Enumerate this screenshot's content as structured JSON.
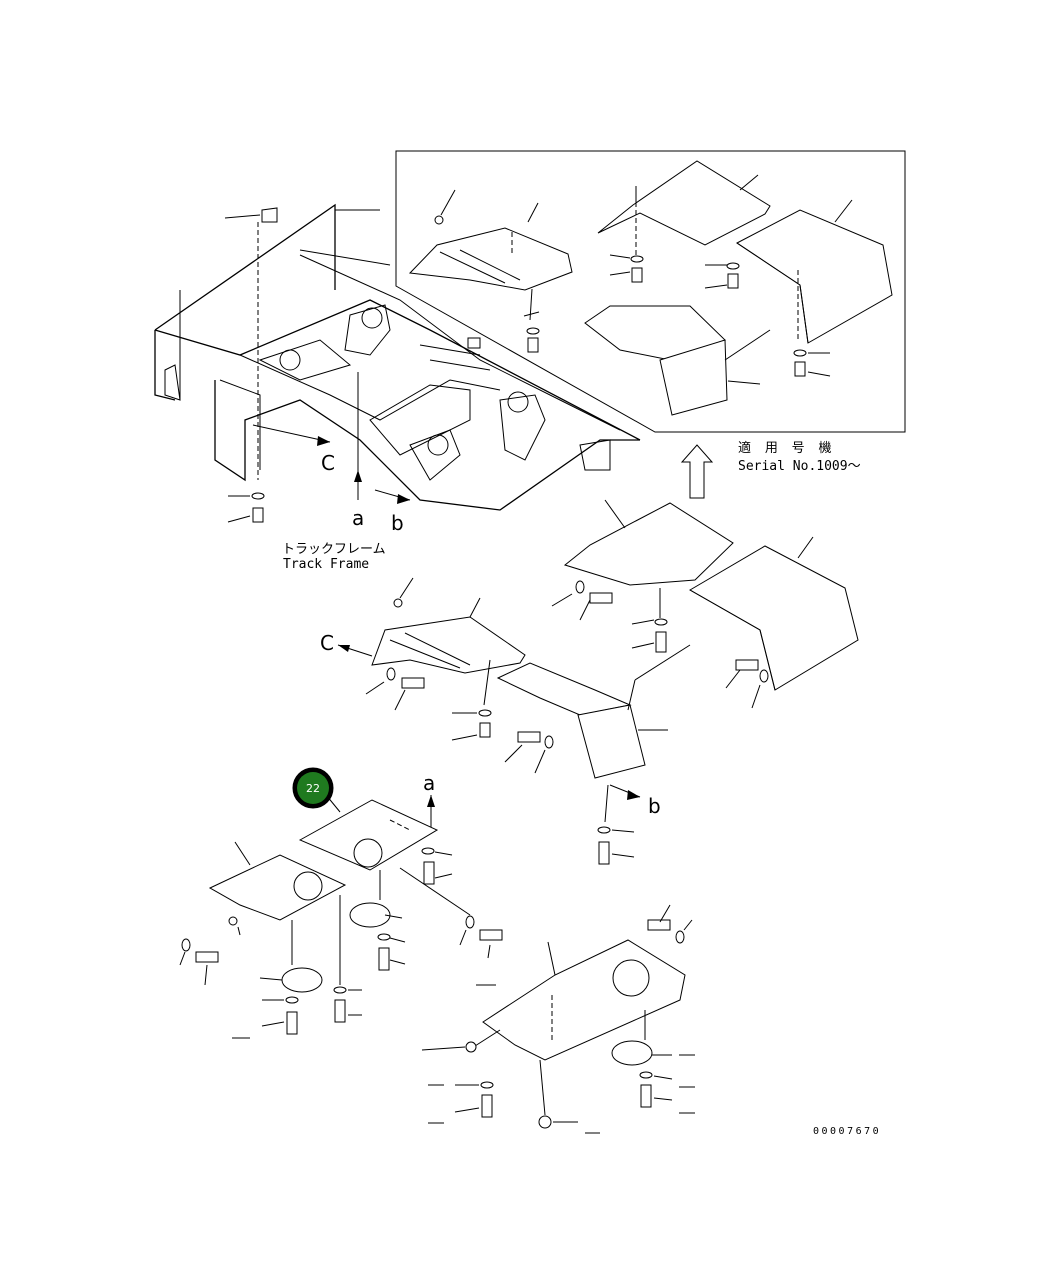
{
  "serial_note": {
    "jp": "適 用 号 機",
    "en": "Serial No.1009～"
  },
  "track_frame": {
    "jp": "トラックフレーム",
    "en": "Track Frame"
  },
  "view_letters": {
    "a": "a",
    "b": "b",
    "c": "C"
  },
  "callout": {
    "number": "22",
    "color": "#1f7a1f",
    "ring_color": "#000000"
  },
  "drawing_number": "00007670"
}
